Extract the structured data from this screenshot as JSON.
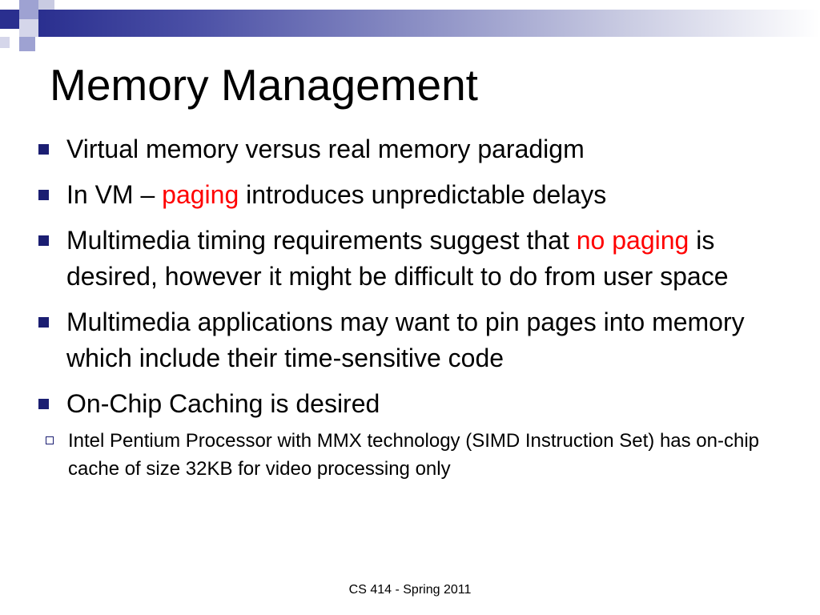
{
  "slide": {
    "title": "Memory Management",
    "bullets": {
      "b1": "Virtual memory versus real memory paradigm",
      "b2": {
        "pre": "In VM – ",
        "highlight": "paging",
        "post": " introduces unpredictable delays"
      },
      "b3": {
        "pre": "Multimedia timing requirements suggest that ",
        "highlight": "no paging",
        "post": " is desired, however it might be difficult to do from user space"
      },
      "b4": "Multimedia applications may want to pin pages into memory which include their time-sensitive code",
      "b5": "On-Chip Caching is desired",
      "b5_sub": "Intel Pentium Processor with MMX technology  (SIMD Instruction Set) has on-chip cache of size 32KB for video processing only"
    },
    "footer": "CS 414 - Spring 2011"
  },
  "colors": {
    "highlight": "#ff0000",
    "accent": "#2a2f8f"
  }
}
